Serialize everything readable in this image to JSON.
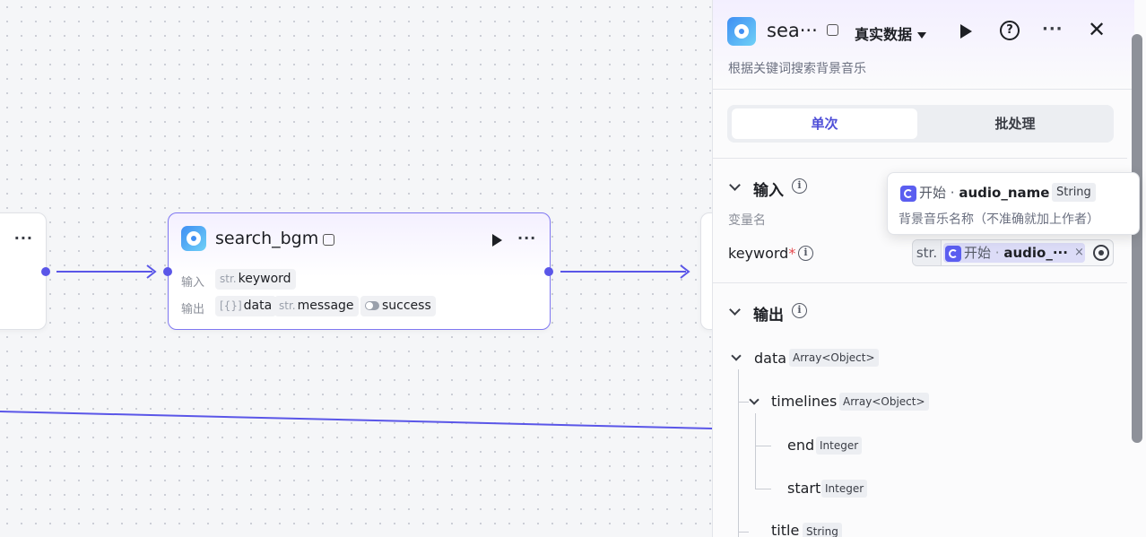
{
  "canvas": {
    "node": {
      "title": "search_bgm",
      "input_label": "输入",
      "output_label": "输出",
      "inputs": [
        {
          "type": "str.",
          "name": "keyword"
        }
      ],
      "outputs": [
        {
          "type": "[{}]",
          "name": "data"
        },
        {
          "type": "str.",
          "name": "message"
        },
        {
          "type": "toggle",
          "name": "success"
        }
      ]
    }
  },
  "panel": {
    "title": "sea···",
    "mode": "真实数据",
    "description": "根据关键词搜索背景音乐",
    "tabs": [
      "单次",
      "批处理"
    ],
    "input_section": {
      "title": "输入",
      "column_header": "变量名",
      "field": {
        "name": "keyword",
        "required_mark": "*",
        "type_prefix": "str.",
        "ref_source": "开始",
        "ref_sep": "·",
        "ref_value": "audio_···",
        "clear": "×"
      }
    },
    "output_section": {
      "title": "输出",
      "tree": [
        {
          "name": "data",
          "type": "Array<Object>"
        },
        {
          "name": "timelines",
          "type": "Array<Object>"
        },
        {
          "name": "end",
          "type": "Integer"
        },
        {
          "name": "start",
          "type": "Integer"
        },
        {
          "name": "title",
          "type": "String"
        }
      ]
    }
  },
  "tooltip": {
    "source": "开始",
    "sep": "·",
    "name": "audio_name",
    "type": "String",
    "description": "背景音乐名称（不准确就加上作者）"
  },
  "colors": {
    "accent": "#5a56e8",
    "node_border": "#7f77f2",
    "required": "#e5484d"
  }
}
